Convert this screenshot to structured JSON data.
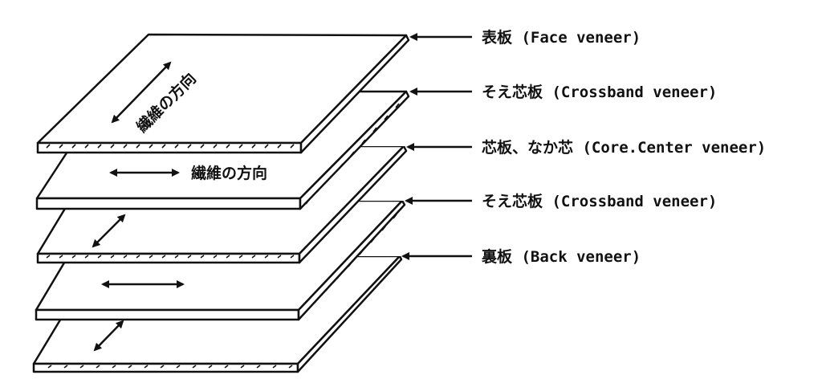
{
  "diagram": {
    "labels": [
      "表板 (Face veneer)",
      "そえ芯板 (Crossband veneer)",
      "芯板、なか芯 (Core.Center veneer)",
      "そえ芯板 (Crossband veneer)",
      "裏板 (Back veneer)"
    ],
    "grain_label_face": "繊維の方向",
    "grain_label_crossband": "繊維の方向"
  },
  "colors": {
    "ink": "#111111",
    "paper": "#ffffff"
  }
}
